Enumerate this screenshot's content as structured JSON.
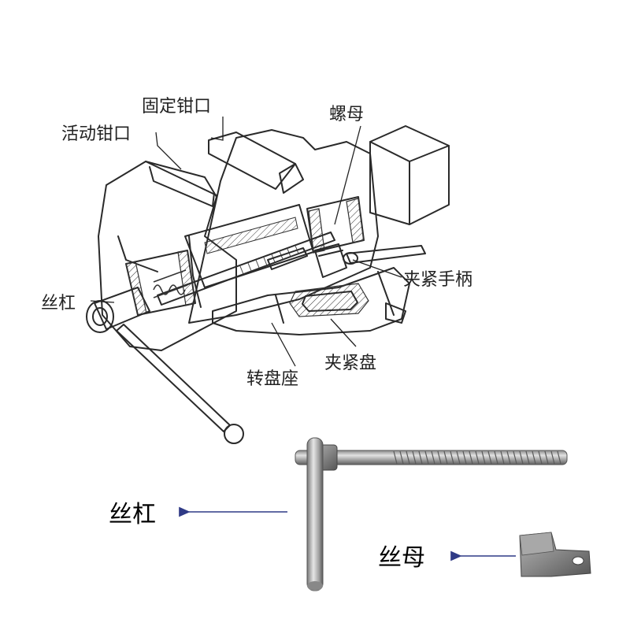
{
  "diagram": {
    "labels": {
      "fixed_jaw": "固定钳口",
      "movable_jaw": "活动钳口",
      "nut_top": "螺母",
      "lead_screw_top": "丝杠",
      "clamp_handle": "夹紧手柄",
      "clamp_disc": "夹紧盘",
      "swivel_base": "转盘座"
    },
    "photo_labels": {
      "lead_screw": "丝杠",
      "nut": "丝母"
    },
    "colors": {
      "ink": "#2a2a2a",
      "arrow": "#2f3a86",
      "metal_light": "#c9c9c9",
      "metal_dark": "#6e6e6e"
    }
  }
}
